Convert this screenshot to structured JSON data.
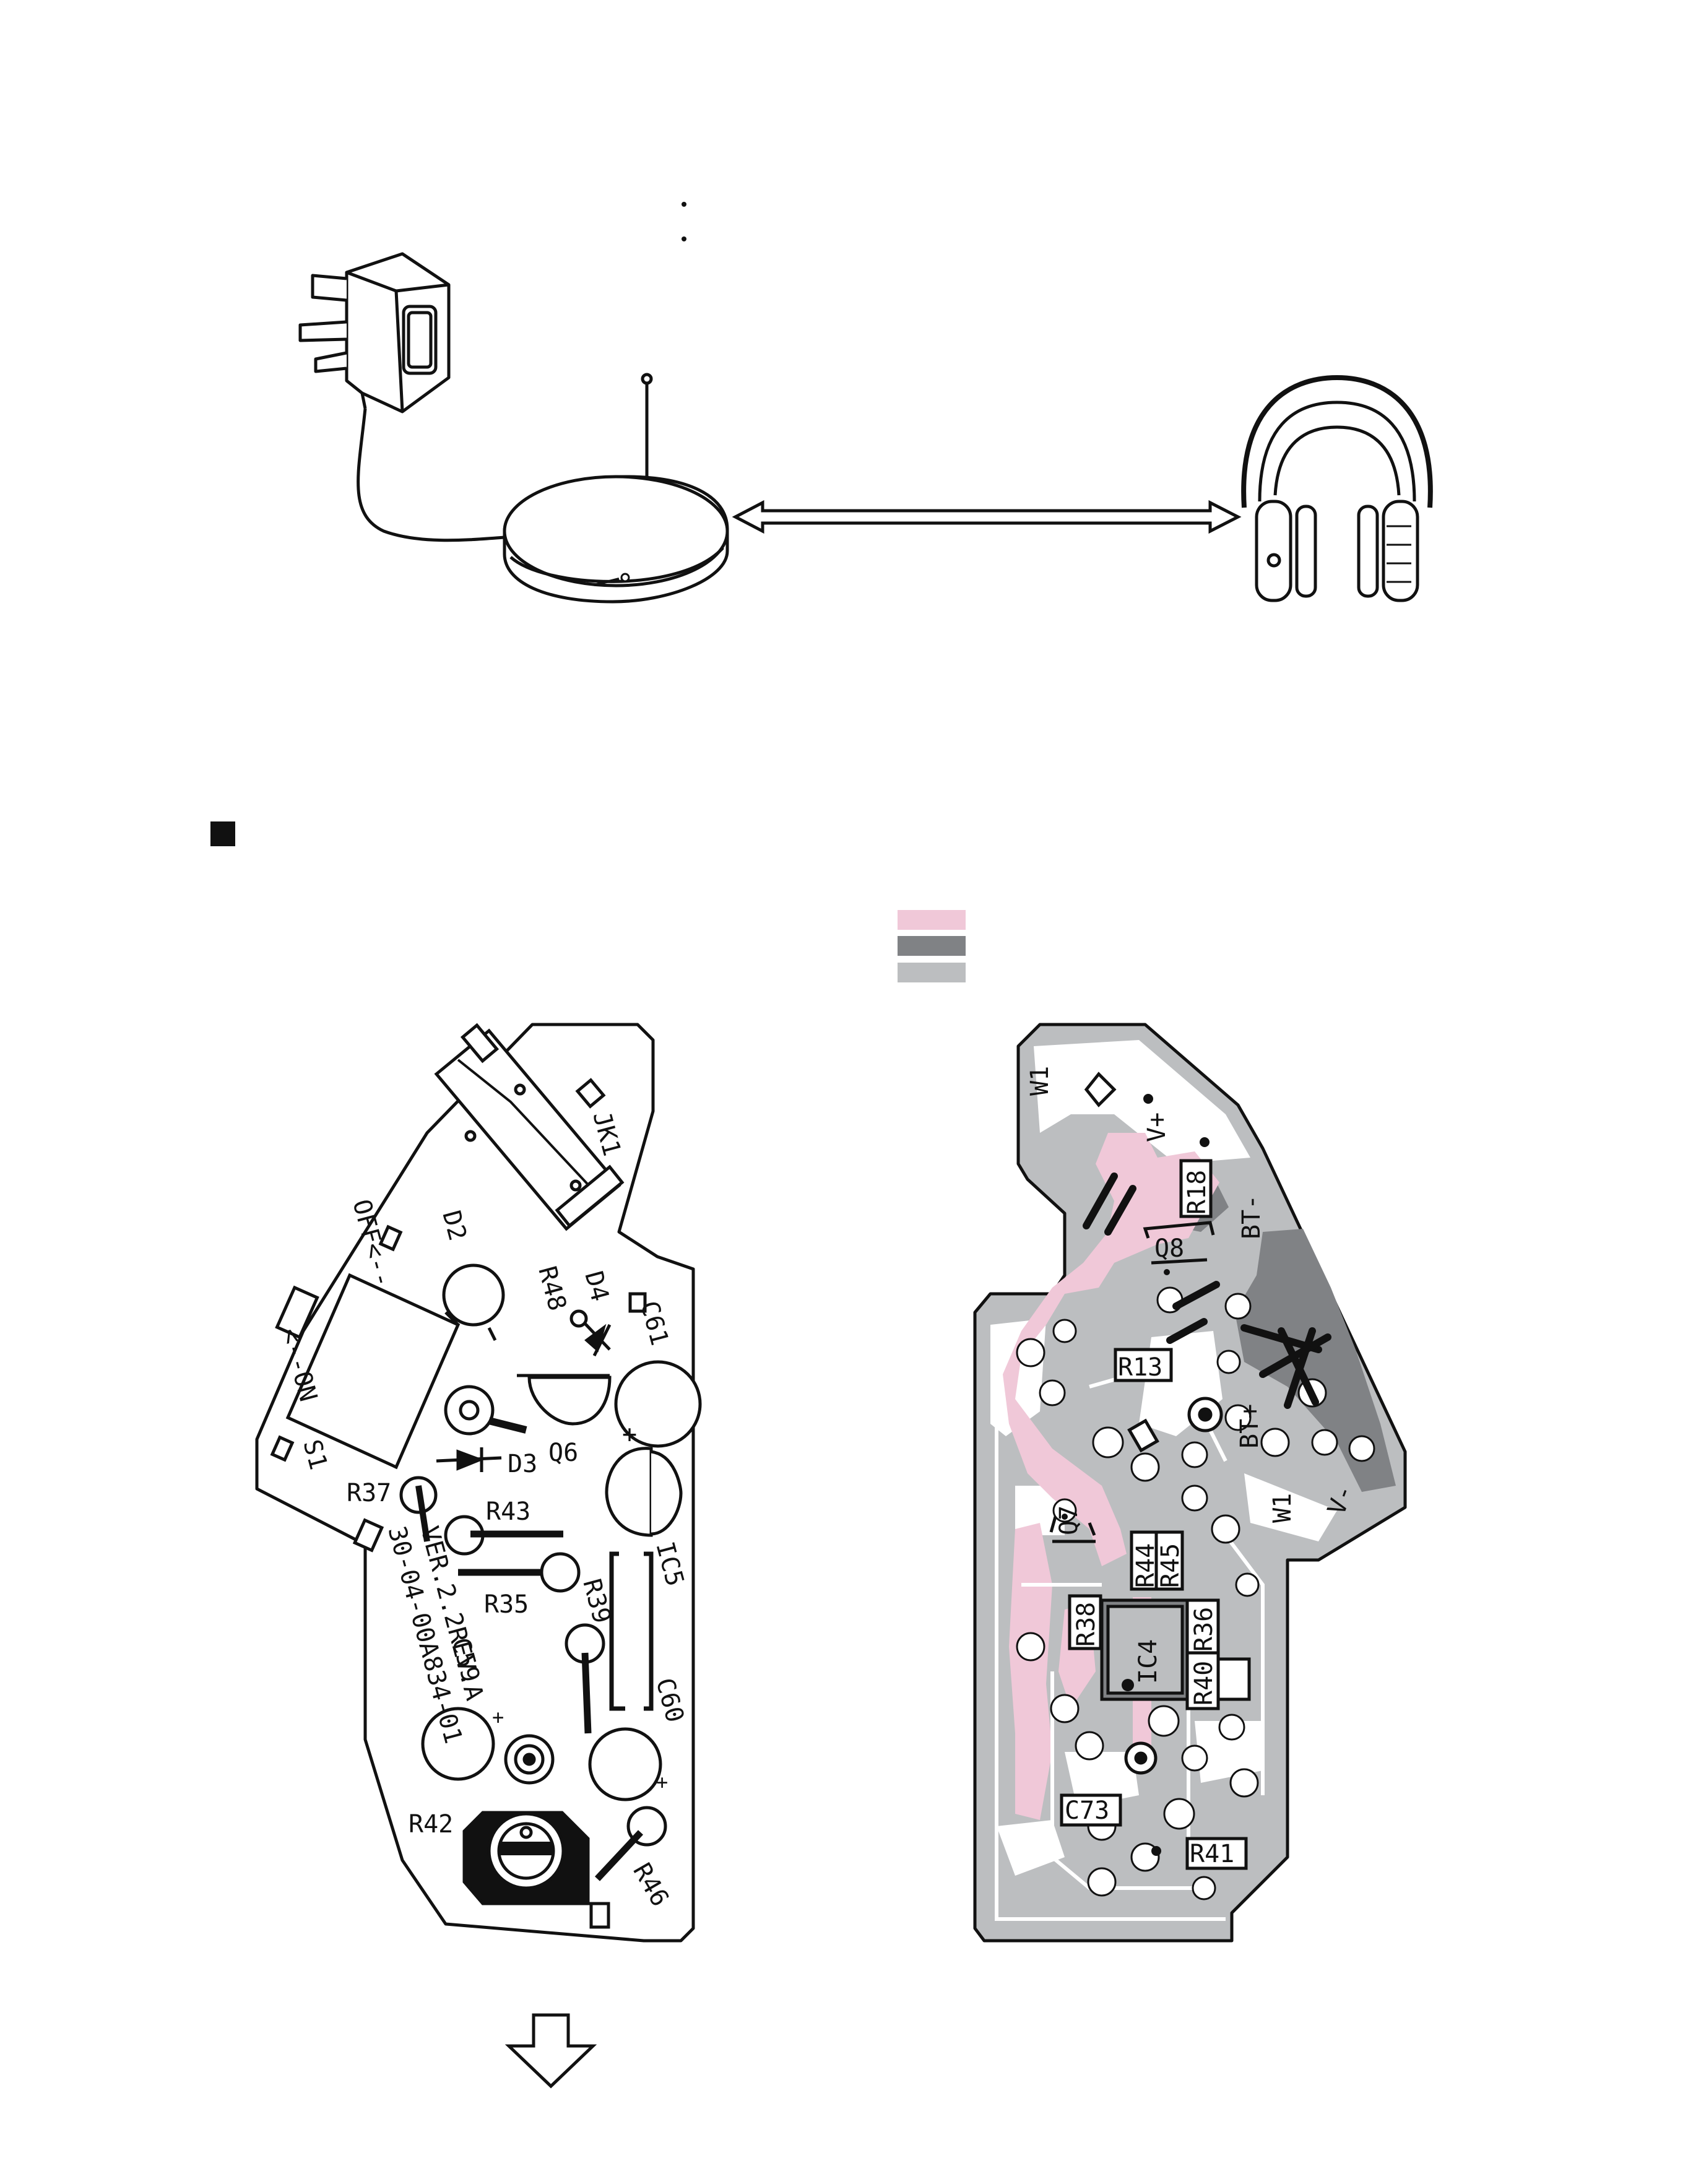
{
  "colors": {
    "ink": "#111111",
    "pink": "#f0c8d8",
    "dark_gray": "#808285",
    "light_gray": "#bcbec0"
  },
  "legend": {
    "swatches": [
      "pink",
      "dark_gray",
      "light_gray"
    ]
  },
  "top_diagram": {
    "items": [
      "power-adapter",
      "transmitter",
      "headphones"
    ],
    "link": "double-arrow"
  },
  "left_board": {
    "labels": {
      "jk1": "JK1",
      "d2": "D2",
      "r48": "R48",
      "d4": "D4",
      "c61": "C61",
      "off": "OFF<--",
      "on": "<--ON",
      "s1": "S1",
      "q6": "Q6",
      "d3": "D3",
      "r37": "R37",
      "r43": "R43",
      "ic5": "IC5",
      "ver": "VER.2.2REV.A",
      "code": "30-04-00A834-01",
      "r35": "R35",
      "r39": "R39",
      "c59": "C59",
      "c60": "C60",
      "r42": "R42",
      "r46": "R46"
    }
  },
  "right_board": {
    "labels": {
      "w1_top": "W1",
      "v_plus": "V+",
      "r18": "R18",
      "bt_minus": "BT-",
      "q8": "Q8",
      "r13": "R13",
      "bt_plus": "BT+",
      "w1_bottom": "W1",
      "v_minus": "V-",
      "q7": "Q7",
      "r44": "R44",
      "r45": "R45",
      "r38": "R38",
      "ic4": "IC4",
      "r36": "R36",
      "r40": "R40",
      "c73": "C73",
      "r41": "R41"
    }
  }
}
